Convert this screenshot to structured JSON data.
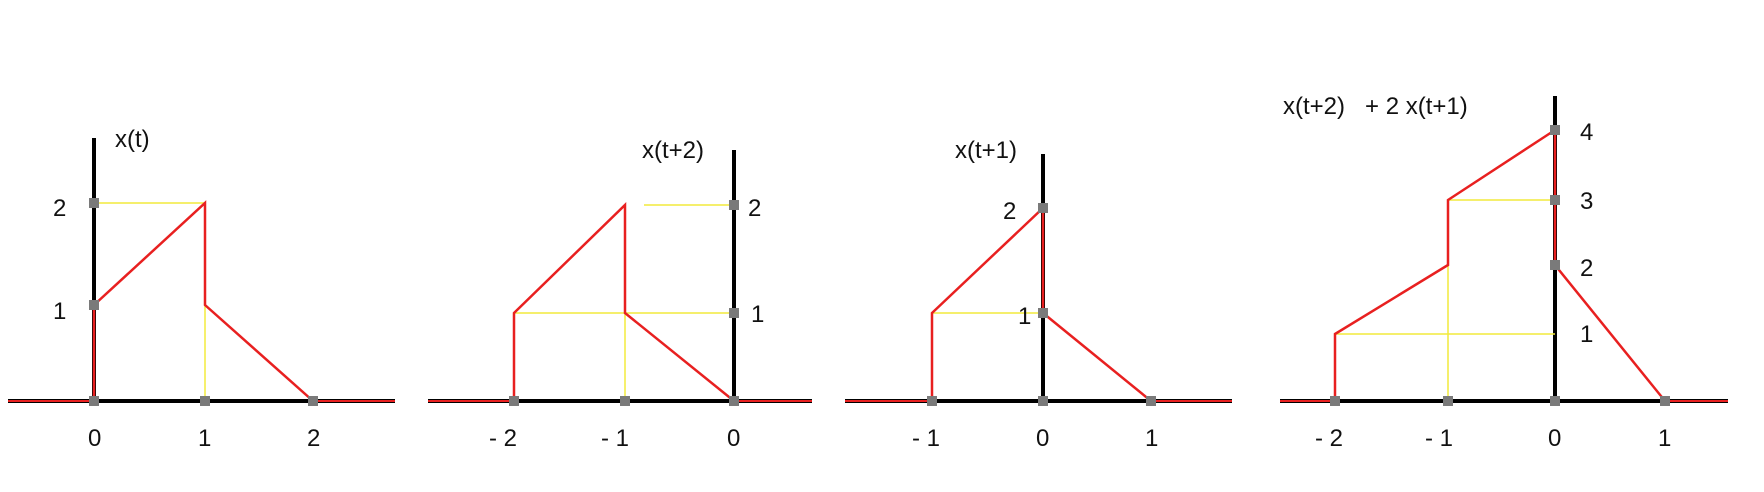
{
  "colors": {
    "signal": "#e82020",
    "axis": "#000000",
    "guide": "#f2ea3c",
    "marker": "#7a7a7a",
    "background": "#ffffff"
  },
  "plots": [
    {
      "title": "x(t)",
      "x_ticks": [
        "0",
        "1",
        "2"
      ],
      "y_ticks": [
        "1",
        "2"
      ],
      "signal_points": [
        [
          0,
          0
        ],
        [
          0,
          1
        ],
        [
          1,
          2
        ],
        [
          1,
          1
        ],
        [
          2,
          0
        ]
      ]
    },
    {
      "title": "x(t+2)",
      "x_ticks": [
        "- 2",
        "- 1",
        "0"
      ],
      "y_ticks": [
        "1",
        "2"
      ],
      "signal_points": [
        [
          -2,
          0
        ],
        [
          -2,
          1
        ],
        [
          -1,
          2
        ],
        [
          -1,
          1
        ],
        [
          0,
          0
        ]
      ]
    },
    {
      "title": "x(t+1)",
      "x_ticks": [
        "- 1",
        "0",
        "1"
      ],
      "y_ticks": [
        "1",
        "2"
      ],
      "signal_points": [
        [
          -1,
          0
        ],
        [
          -1,
          1
        ],
        [
          0,
          2
        ],
        [
          0,
          1
        ],
        [
          1,
          0
        ]
      ]
    },
    {
      "title": "x(t+2)   + 2 x(t+1)",
      "x_ticks": [
        "- 2",
        "- 1",
        "0",
        "1"
      ],
      "y_ticks": [
        "1",
        "2",
        "3",
        "4"
      ],
      "signal_points": [
        [
          -2,
          0
        ],
        [
          -2,
          1
        ],
        [
          -1,
          2
        ],
        [
          -1,
          3
        ],
        [
          0,
          4
        ],
        [
          0,
          2
        ],
        [
          1,
          0
        ]
      ]
    }
  ]
}
